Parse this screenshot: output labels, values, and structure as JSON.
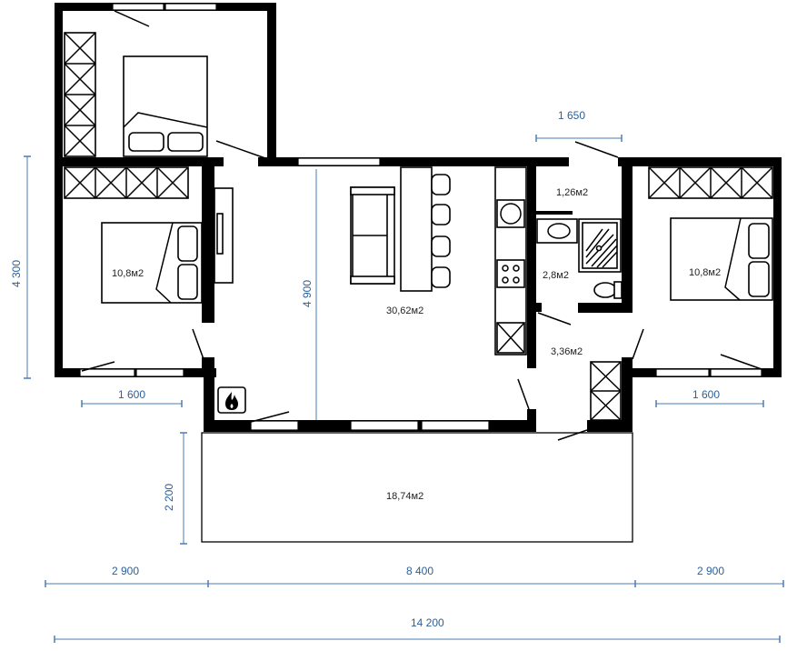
{
  "colors": {
    "walls": "#000000",
    "dimensions": "#4a7db5",
    "room_labels": "#222222"
  },
  "rooms": {
    "bedroom_left": "10,8м2",
    "living_kitchen": "30,62м2",
    "wc": "1,26м2",
    "bathroom": "2,8м2",
    "hall": "3,36м2",
    "bedroom_right": "10,8м2",
    "terrace": "18,74м2"
  },
  "dimensions": {
    "left_height": "4 300",
    "living_depth": "4 900",
    "terrace_depth": "2 200",
    "top_right": "1 650",
    "window_left": "1 600",
    "window_right": "1 600",
    "bottom_left": "2 900",
    "bottom_center": "8 400",
    "bottom_right": "2 900",
    "overall": "14 200"
  },
  "icons": [
    "fireplace-icon"
  ]
}
